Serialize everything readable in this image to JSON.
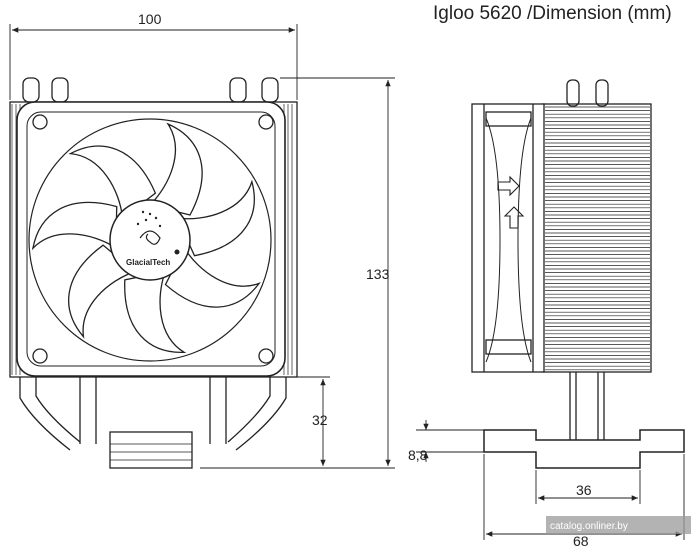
{
  "title": "Igloo 5620 /Dimension (mm)",
  "dimensions": {
    "width": "100",
    "height": "133",
    "fan_bottom": "32",
    "base_thickness": "8,8",
    "heatpipe_span": "36",
    "base_width": "68"
  },
  "fan_logo": "GlacialTech",
  "watermark": "catalog.onliner.by"
}
